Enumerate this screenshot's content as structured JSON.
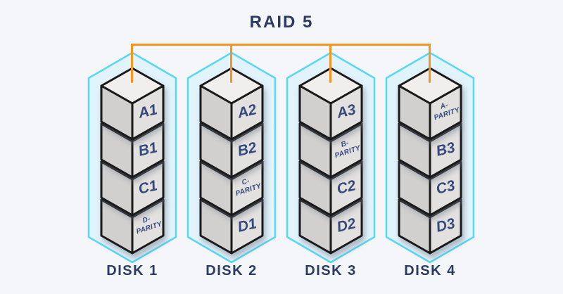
{
  "title": "RAID 5",
  "colors": {
    "background": "#f4f6fa",
    "bus_orange": "#f7941e",
    "outline_cyan": "#5ad7f2",
    "hexagon_fill": "#e1f3fb",
    "cube_top": "#f0efed",
    "cube_left": "#d1d0cf",
    "cube_right": "#e3e1df",
    "cube_stroke": "#1a1a1a",
    "title_navy": "#2b3a5e",
    "block_label_navy": "#35497c"
  },
  "disks": [
    {
      "name": "DISK 1",
      "blocks": [
        {
          "line1": "A1",
          "line2": ""
        },
        {
          "line1": "B1",
          "line2": ""
        },
        {
          "line1": "C1",
          "line2": ""
        },
        {
          "line1": "D-",
          "line2": "PARITY"
        }
      ]
    },
    {
      "name": "DISK 2",
      "blocks": [
        {
          "line1": "A2",
          "line2": ""
        },
        {
          "line1": "B2",
          "line2": ""
        },
        {
          "line1": "C-",
          "line2": "PARITY"
        },
        {
          "line1": "D1",
          "line2": ""
        }
      ]
    },
    {
      "name": "DISK 3",
      "blocks": [
        {
          "line1": "A3",
          "line2": ""
        },
        {
          "line1": "B-",
          "line2": "PARITY"
        },
        {
          "line1": "C2",
          "line2": ""
        },
        {
          "line1": "D2",
          "line2": ""
        }
      ]
    },
    {
      "name": "DISK 4",
      "blocks": [
        {
          "line1": "A-",
          "line2": "PARITY"
        },
        {
          "line1": "B3",
          "line2": ""
        },
        {
          "line1": "C3",
          "line2": ""
        },
        {
          "line1": "D3",
          "line2": ""
        }
      ]
    }
  ]
}
